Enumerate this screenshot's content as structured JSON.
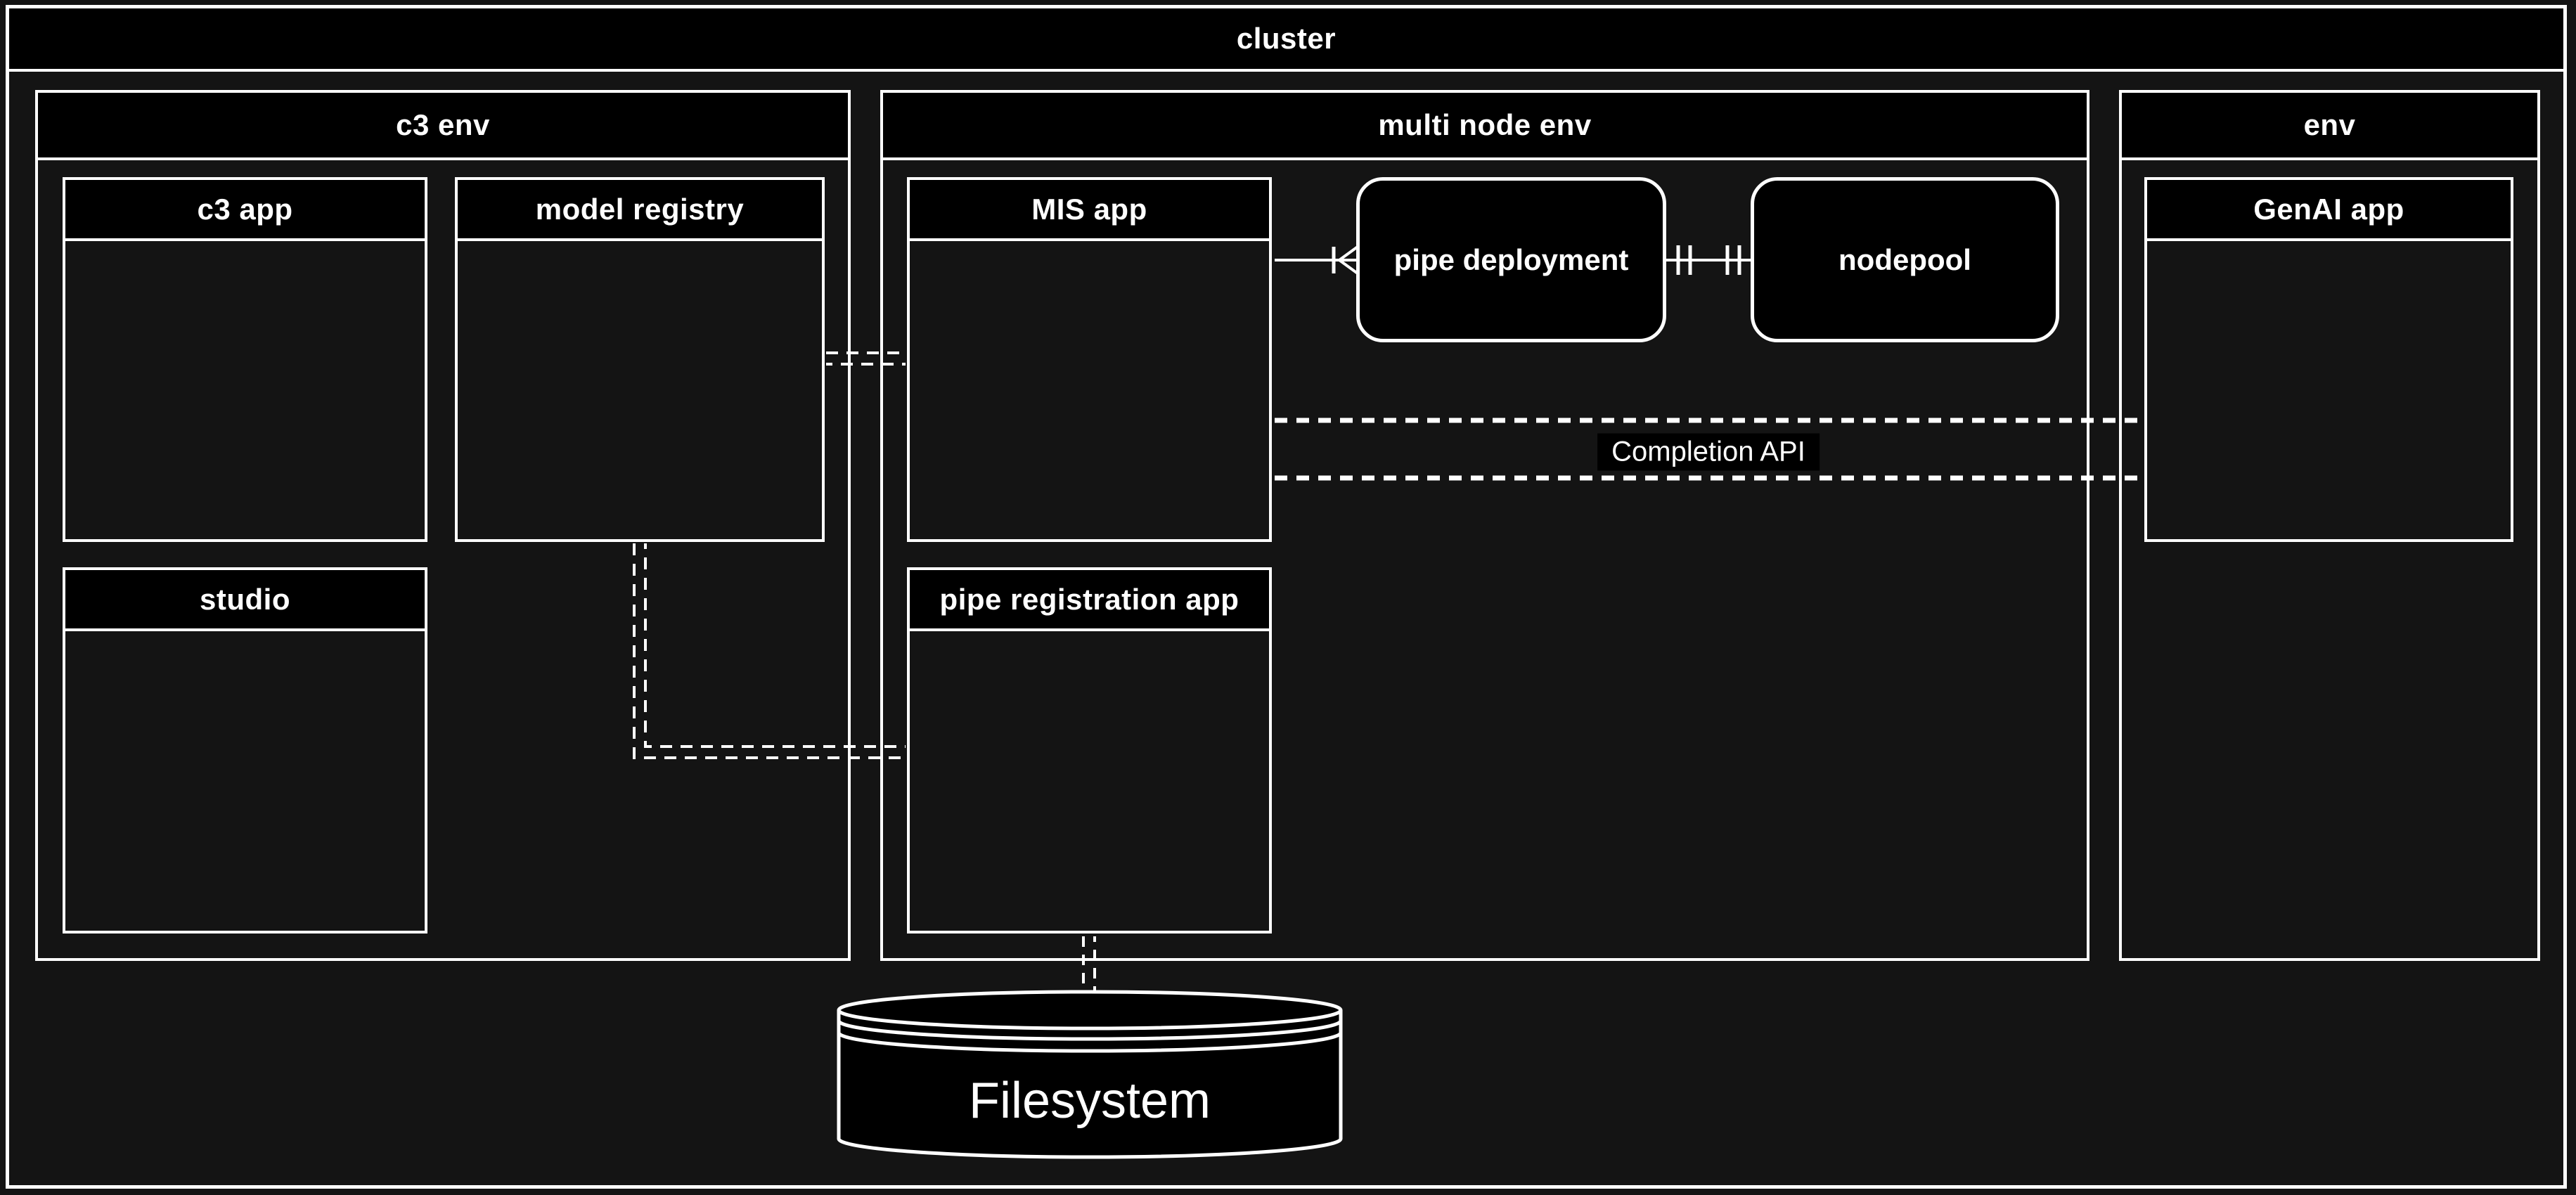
{
  "cluster": {
    "label": "cluster"
  },
  "groups": {
    "c3env": {
      "label": "c3 env"
    },
    "multinode": {
      "label": "multi node env"
    },
    "env": {
      "label": "env"
    }
  },
  "nodes": {
    "c3app": {
      "label": "c3 app"
    },
    "modelregistry": {
      "label": "model registry"
    },
    "studio": {
      "label": "studio"
    },
    "misapp": {
      "label": "MIS app"
    },
    "pipedeployment": {
      "label": "pipe deployment"
    },
    "nodepool": {
      "label": "nodepool"
    },
    "piperegistrationapp": {
      "label": "pipe registration app"
    },
    "genaiapp": {
      "label": "GenAI app"
    },
    "filesystem": {
      "label": "Filesystem"
    }
  },
  "connections": {
    "completion_api_label": "Completion API",
    "edges": [
      {
        "from": "MIS app",
        "to": "pipe deployment",
        "style": "solid",
        "notation": "one-to-many"
      },
      {
        "from": "pipe deployment",
        "to": "nodepool",
        "style": "solid",
        "notation": "one-and-only-one-to-one-and-only-one"
      },
      {
        "from": "model registry",
        "to": "MIS app",
        "style": "double-dashed"
      },
      {
        "from": "model registry",
        "to": "pipe registration app",
        "style": "double-dashed"
      },
      {
        "from": "MIS app",
        "to": "GenAI app",
        "style": "dashed",
        "label": "Completion API"
      },
      {
        "from": "pipe registration app",
        "to": "Filesystem",
        "style": "double-dashed"
      }
    ]
  },
  "colors": {
    "background": "#141414",
    "panel": "#000000",
    "line": "#ffffff",
    "text": "#ffffff"
  }
}
